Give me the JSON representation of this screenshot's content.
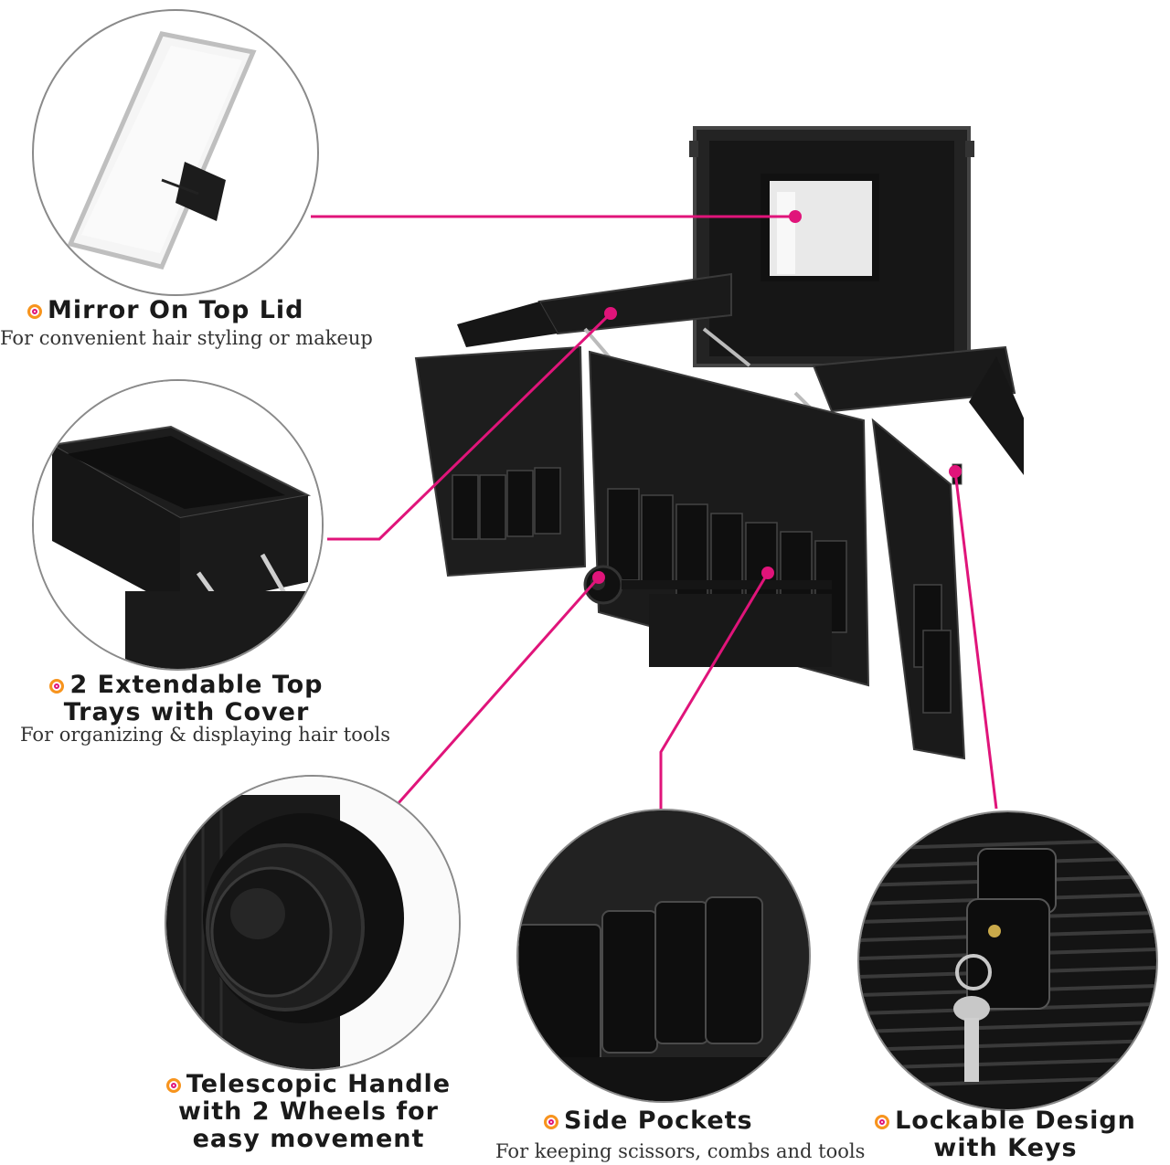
{
  "colors": {
    "accent": "#e0147a",
    "bullet": "#f7941d",
    "case": "#1c1c1c"
  },
  "features": [
    {
      "title": "Mirror On Top Lid",
      "subtitle": "For convenient hair styling or makeup"
    },
    {
      "title_line1": "2 Extendable Top",
      "title_line2": "Trays with Cover",
      "subtitle": "For organizing & displaying hair tools"
    },
    {
      "title_line1": "Telescopic Handle",
      "title_line2": "with 2 Wheels for",
      "title_line3": "easy movement"
    },
    {
      "title": "Side Pockets",
      "subtitle": "For keeping scissors, combs and tools"
    },
    {
      "title_line1": "Lockable Design",
      "title_line2": "with Keys"
    }
  ],
  "icons": [
    "mirror-icon",
    "tray-icon",
    "wheel-icon",
    "pockets-icon",
    "lock-icon",
    "key-icon"
  ]
}
